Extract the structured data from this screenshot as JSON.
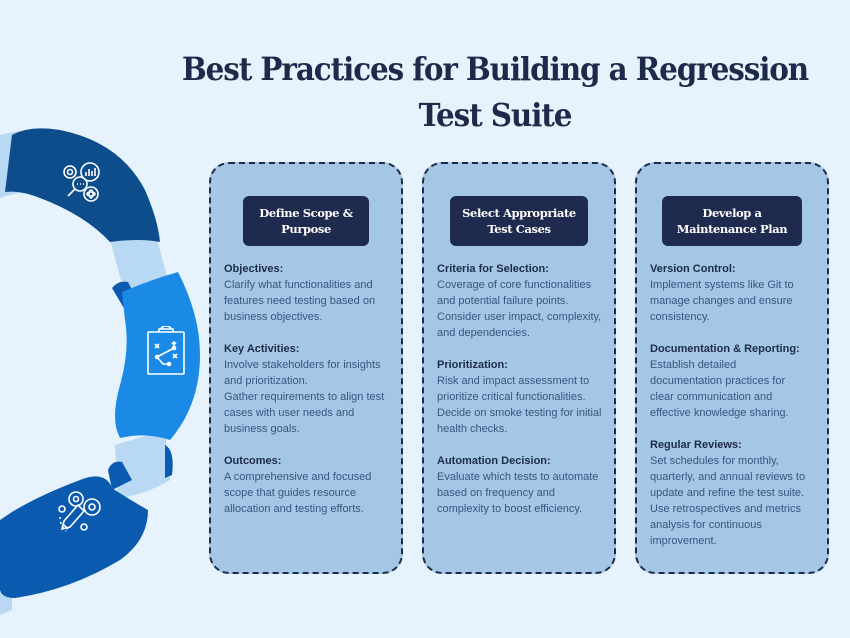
{
  "title": {
    "line1": "Best Practices for Building a Regression",
    "line2": "Test Suite"
  },
  "colors": {
    "background": "#e6f2fc",
    "card_bg": "#a5c7e6",
    "header_bg": "#1f2a4f",
    "ring_dark": "#0e4d8c",
    "ring_mid": "#0a5bb0",
    "ring_bright": "#1a8ae6",
    "ring_light": "#b8d8f4"
  },
  "ring": {
    "segments": [
      {
        "icon": "analytics-gears-icon"
      },
      {
        "icon": "strategy-clipboard-icon"
      },
      {
        "icon": "pencil-gears-icon"
      }
    ]
  },
  "cards": [
    {
      "header": "Define Scope & Purpose",
      "sections": [
        {
          "title": "Objectives:",
          "text": "Clarify what functionalities and\nfeatures need testing based on\nbusiness objectives."
        },
        {
          "title": "Key Activities:",
          "text": "Involve stakeholders for insights\nand prioritization.\nGather requirements to align test\ncases with user needs and\nbusiness goals."
        },
        {
          "title": "Outcomes:",
          "text": "A comprehensive and focused\nscope that guides resource\nallocation and testing efforts."
        }
      ]
    },
    {
      "header": "Select Appropriate Test Cases",
      "sections": [
        {
          "title": "Criteria for Selection:",
          "text": "Coverage of core functionalities\nand potential failure points.\nConsider user impact, complexity,\nand dependencies."
        },
        {
          "title": "Prioritization:",
          "text": "Risk and impact assessment to\nprioritize critical functionalities.\nDecide on smoke testing for initial\nhealth checks."
        },
        {
          "title": "Automation Decision:",
          "text": "Evaluate which tests to automate\nbased on frequency and\ncomplexity to boost efficiency."
        }
      ]
    },
    {
      "header": "Develop a Maintenance Plan",
      "sections": [
        {
          "title": "Version Control:",
          "text": "Implement systems like Git to\nmanage changes and ensure\nconsistency."
        },
        {
          "title": "Documentation & Reporting:",
          "text": "Establish detailed\ndocumentation practices for\nclear communication and\neffective knowledge sharing."
        },
        {
          "title": "Regular Reviews:",
          "text": "Set schedules for monthly,\nquarterly, and annual reviews to\nupdate and refine the test suite.\nUse retrospectives and metrics\nanalysis for continuous\nimprovement."
        }
      ]
    }
  ]
}
